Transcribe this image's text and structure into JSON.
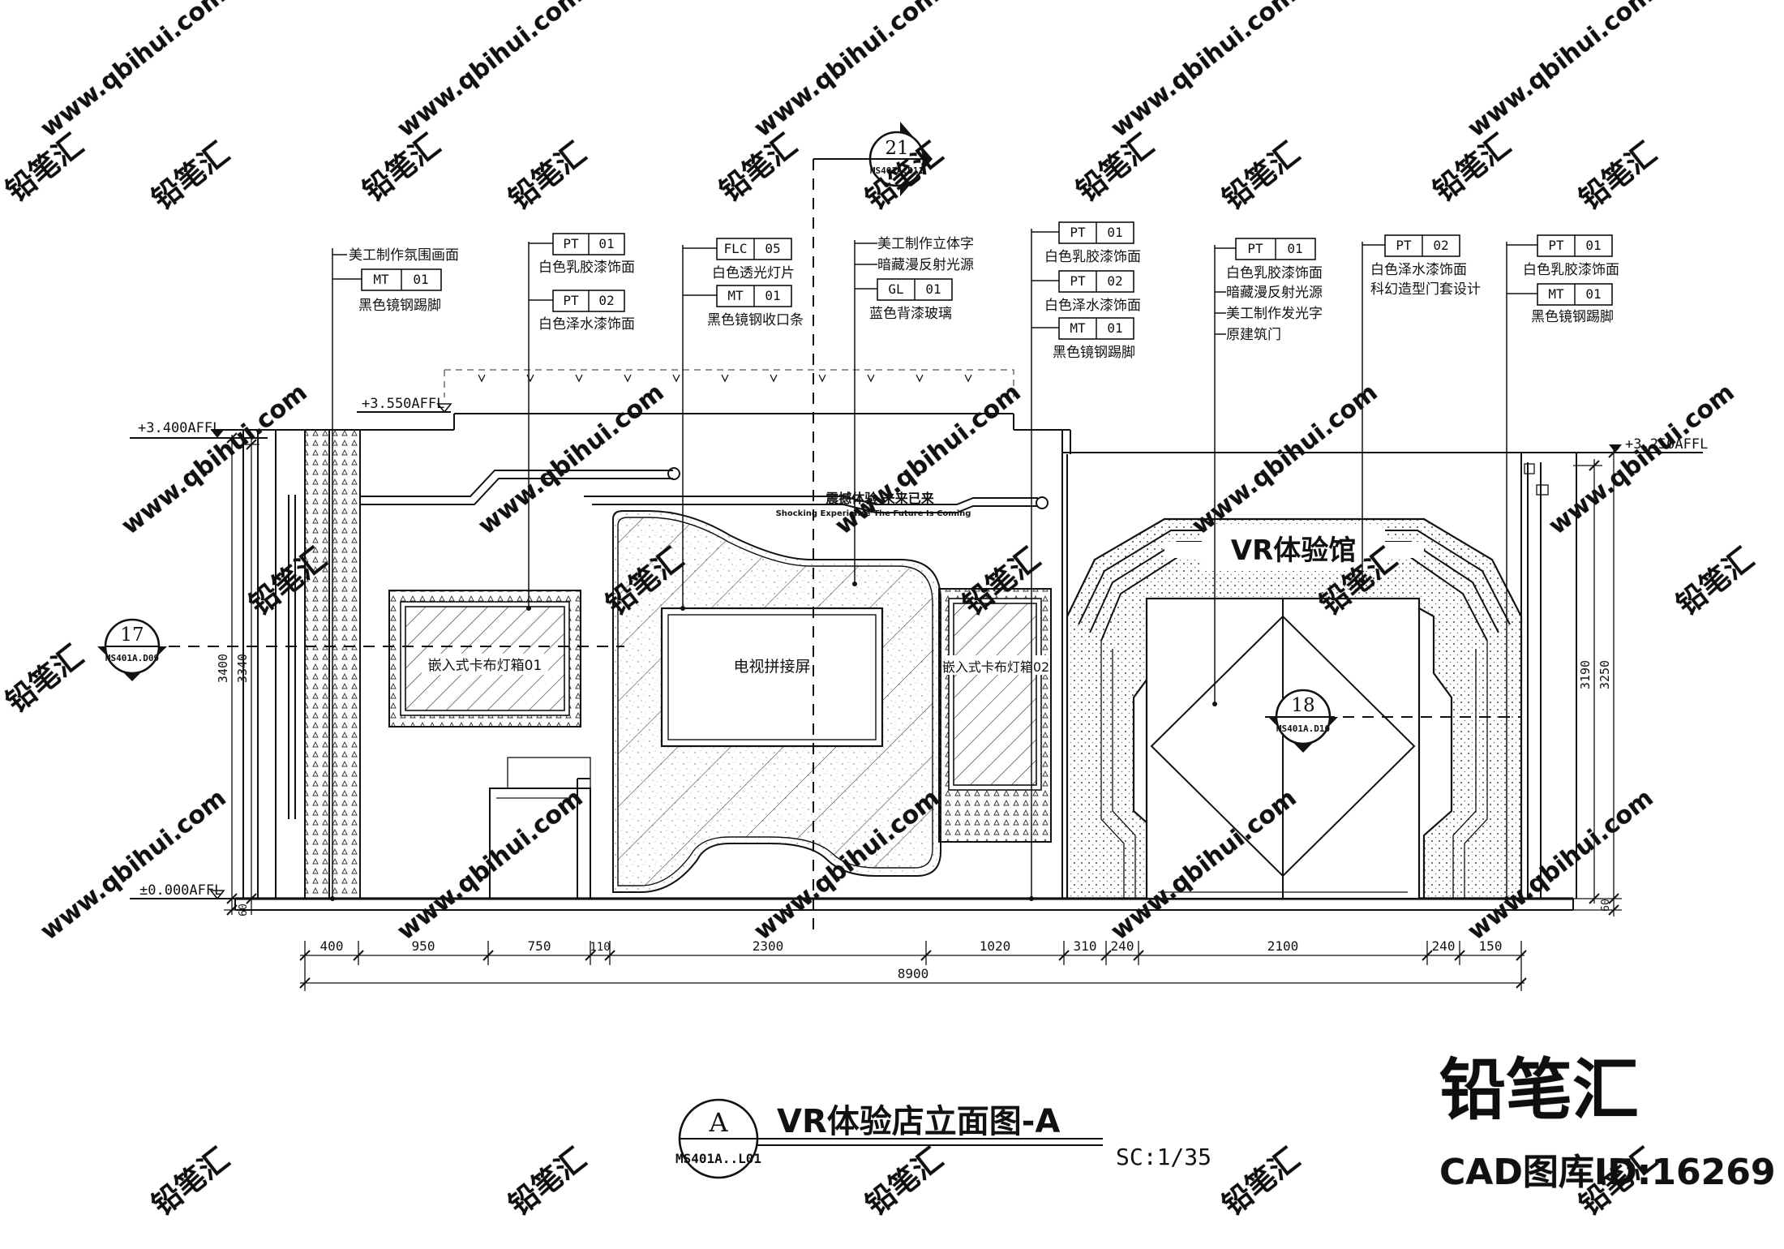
{
  "levels": {
    "left_ceiling": "+3.400AFFL",
    "soffit": "+3.550AFFL",
    "right_ceiling": "+3.250AFFL",
    "floor": "±0.000AFFL"
  },
  "callouts": {
    "c21": {
      "num": "21",
      "ref": "MS401A.D11"
    },
    "c17": {
      "num": "17",
      "ref": "MS401A.D09"
    },
    "c18": {
      "num": "18",
      "ref": "MS401A.D10"
    }
  },
  "annotations": {
    "a1": {
      "line1": "美工制作氛围画面",
      "tag1": {
        "code": "MT",
        "num": "01"
      },
      "line2": "黑色镜钢踢脚"
    },
    "a2": {
      "tag1": {
        "code": "PT",
        "num": "01"
      },
      "line1": "白色乳胶漆饰面",
      "tag2": {
        "code": "PT",
        "num": "02"
      },
      "line2": "白色泽水漆饰面"
    },
    "a3": {
      "tag1": {
        "code": "FLC",
        "num": "05"
      },
      "line1": "白色透光灯片",
      "tag2": {
        "code": "MT",
        "num": "01"
      },
      "line2": "黑色镜钢收口条"
    },
    "a4": {
      "line1": "美工制作立体字",
      "line2": "暗藏漫反射光源",
      "tag1": {
        "code": "GL",
        "num": "01"
      },
      "line3": "蓝色背漆玻璃"
    },
    "a5": {
      "tag1": {
        "code": "PT",
        "num": "01"
      },
      "line1": "白色乳胶漆饰面",
      "tag2": {
        "code": "PT",
        "num": "02"
      },
      "line2": "白色泽水漆饰面",
      "tag3": {
        "code": "MT",
        "num": "01"
      },
      "line3": "黑色镜钢踢脚"
    },
    "a6": {
      "tag1": {
        "code": "PT",
        "num": "01"
      },
      "line1": "白色乳胶漆饰面",
      "line2": "暗藏漫反射光源",
      "line3": "美工制作发光字",
      "line4": "原建筑门"
    },
    "a7": {
      "tag1": {
        "code": "PT",
        "num": "02"
      },
      "line1": "白色泽水漆饰面",
      "line2": "科幻造型门套设计"
    },
    "a8": {
      "tag1": {
        "code": "PT",
        "num": "01"
      },
      "line1": "白色乳胶漆饰面",
      "tag2": {
        "code": "MT",
        "num": "01"
      },
      "line2": "黑色镜钢踢脚"
    }
  },
  "wall_text": {
    "slogan_cn": "震撼体验  未来已来",
    "slogan_en": "Shocking Experience The Future Is Coming",
    "light_box_1": "嵌入式卡布灯箱01",
    "tv": "电视拼接屏",
    "light_box_2": "嵌入式卡布灯箱02",
    "arch_sign": "VR体验馆"
  },
  "dims_bottom": [
    "400",
    "950",
    "750",
    "110",
    "2300",
    "1020",
    "310",
    "240",
    "2100",
    "240",
    "150"
  ],
  "dim_total": "8900",
  "dims_left": {
    "outer": "3400",
    "inner": "3340",
    "base": "60"
  },
  "dims_right": {
    "inner": "3190",
    "outer": "3250",
    "base": "60"
  },
  "title": {
    "symbol": "A",
    "ref": "MS401A..L01",
    "text": "VR体验店立面图-A",
    "scale": "SC:1/35"
  },
  "branding": {
    "logo": "铅笔汇",
    "id": "CAD图库ID:16269"
  },
  "watermark": {
    "text": "www.qbihui.com",
    "brand": "铅笔汇"
  }
}
